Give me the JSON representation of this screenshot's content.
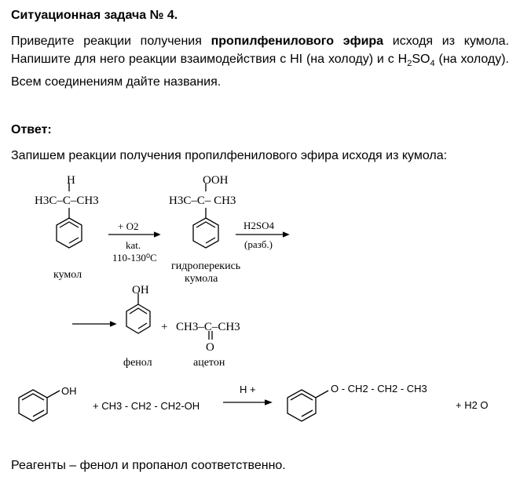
{
  "heading": "Ситуационная задача № 4.",
  "task": {
    "part1": "Приведите реакции получения ",
    "bold": "пропилфенилового эфира",
    "part2": " исходя из кумола. Напишите для него реакции взаимодействия с HI (на холоду) и с H",
    "sub": "2",
    "part3": "SO",
    "sub2": "4",
    "part4": " (на холоду). Всем соединениям дайте названия."
  },
  "answer_label": "Ответ:",
  "intro": "Запишем реакции получения пропилфенилового эфира исходя из кумола:",
  "scheme1": {
    "cumene_top": "H",
    "cumene_chain": "H3C–C–CH3",
    "cumene_name": "кумол",
    "step1_reagent": "+ O2",
    "step1_cat": "kat.",
    "step1_temp": "110-130⁰C",
    "hydroperoxide_top": "OOH",
    "hydroperoxide_chain": "H3C–C– CH3",
    "hydroperoxide_name_1": "гидроперекись",
    "hydroperoxide_name_2": "кумола",
    "step2_reagent": "H2SO4",
    "step2_cond": "(разб.)",
    "phenol_oh": "OH",
    "plus": "+",
    "acetone_chain": "CH3–C–CH3",
    "acetone_o": "O",
    "phenol_name": "фенол",
    "acetone_name": "ацетон"
  },
  "scheme2": {
    "phenol_oh": "OH",
    "propanol": "+ CH3 - CH2 - CH2-OH",
    "catalyst": "H +",
    "ether_chain": "O - CH2 - CH2 - CH3",
    "water": "+ H2 O"
  },
  "conclusion": "Реагенты – фенол и пропанол соответственно."
}
